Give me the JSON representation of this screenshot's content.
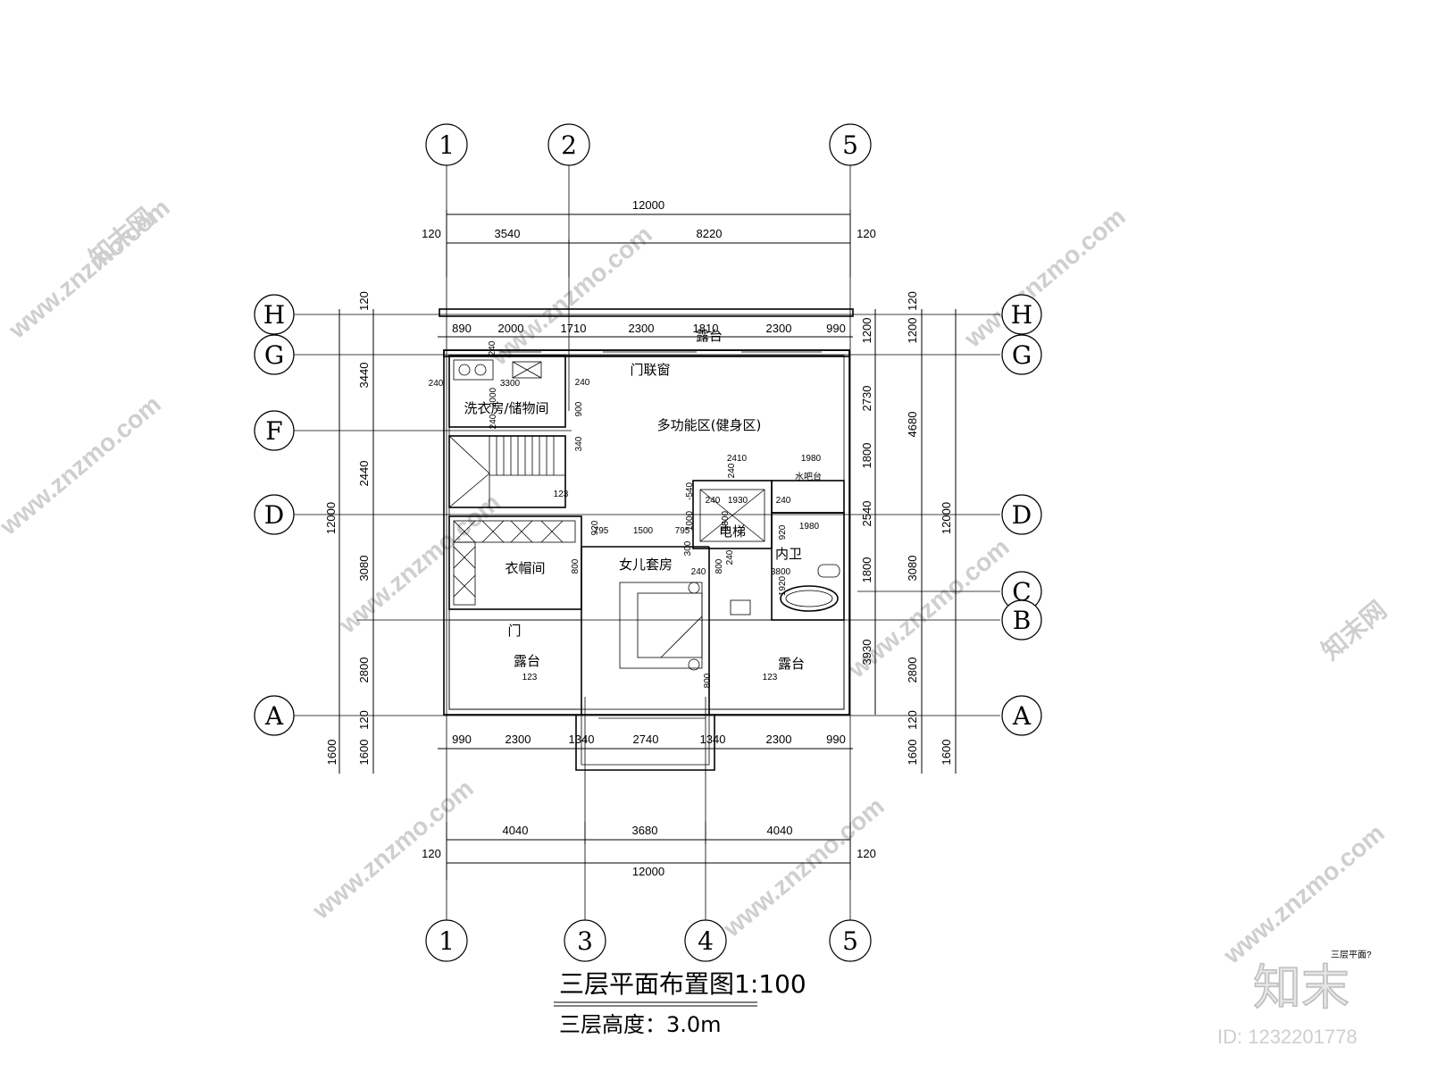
{
  "axes": {
    "top": [
      "1",
      "2",
      "5"
    ],
    "bottom": [
      "1",
      "3",
      "4",
      "5"
    ],
    "left": [
      "H",
      "G",
      "F",
      "D",
      "A"
    ],
    "right": [
      "H",
      "G",
      "D",
      "C",
      "B",
      "A"
    ]
  },
  "dims_top": {
    "total": "12000",
    "edge_left": "120",
    "seg1": "3540",
    "seg2": "8220",
    "edge_right": "120",
    "wall_segments": [
      "890",
      "2000",
      "1710",
      "2300",
      "1810",
      "2300",
      "990"
    ]
  },
  "dims_bottom": {
    "wall_segments": [
      "990",
      "2300",
      "1340",
      "2740",
      "1340",
      "2300",
      "990"
    ],
    "seg1": "4040",
    "seg2": "3680",
    "seg3": "4040",
    "edge_left": "120",
    "edge_right": "120",
    "total": "12000"
  },
  "dims_left": {
    "total": "12000",
    "outer": [
      "120",
      "3440",
      "2440",
      "3080",
      "2800",
      "120",
      "1600"
    ],
    "inner": [
      "1600"
    ]
  },
  "dims_right": {
    "total": "12000",
    "outer": [
      "120",
      "4680",
      "3080",
      "2800",
      "120",
      "1600"
    ],
    "inner": [
      "1200",
      "1200",
      "2730",
      "1800",
      "2540",
      "1800",
      "3930",
      "1600"
    ]
  },
  "inner_dims": {
    "d240a": "240",
    "d240b": "240",
    "d240c": "240",
    "d3300": "3300",
    "d2000": "2000",
    "d240d": "240",
    "d900": "900",
    "d340": "340",
    "d2410": "2410",
    "d1980a": "1980",
    "d540": "-540",
    "d240e": "240",
    "d1930": "1930",
    "d240f": "240",
    "d1000": "1000",
    "d1800": "1800",
    "d920a": "920",
    "d795a": "795",
    "d1500": "1500",
    "d795b": "795",
    "d300": "300",
    "d240g": "240",
    "d800a": "800",
    "d800b": "800",
    "d240h": "240",
    "d3800": "3800",
    "d1920": "1920",
    "d920b": "920",
    "d1980b": "1980",
    "d240i": "240",
    "d800c": "800",
    "d123a": "123",
    "d123b": "123",
    "d123c": "123"
  },
  "rooms": {
    "terrace_top": "露台",
    "door_window": "门联窗",
    "laundry": "洗衣房/储物间",
    "multi": "多功能区(健身区)",
    "water_bar": "水吧台",
    "elevator": "电梯",
    "inner_bath": "内卫",
    "cloakroom": "衣帽间",
    "daughter_suite": "女儿套房",
    "door": "门",
    "terrace_left": "露台",
    "terrace_right": "露台"
  },
  "title": {
    "main": "三层平面布置图1:100",
    "sub": "三层高度：3.0m"
  },
  "watermark": {
    "site": "www.znzmo.com",
    "brand": "知末网",
    "logo": "知末",
    "id": "ID: 1232201778",
    "corner_note": "三层平面?"
  }
}
